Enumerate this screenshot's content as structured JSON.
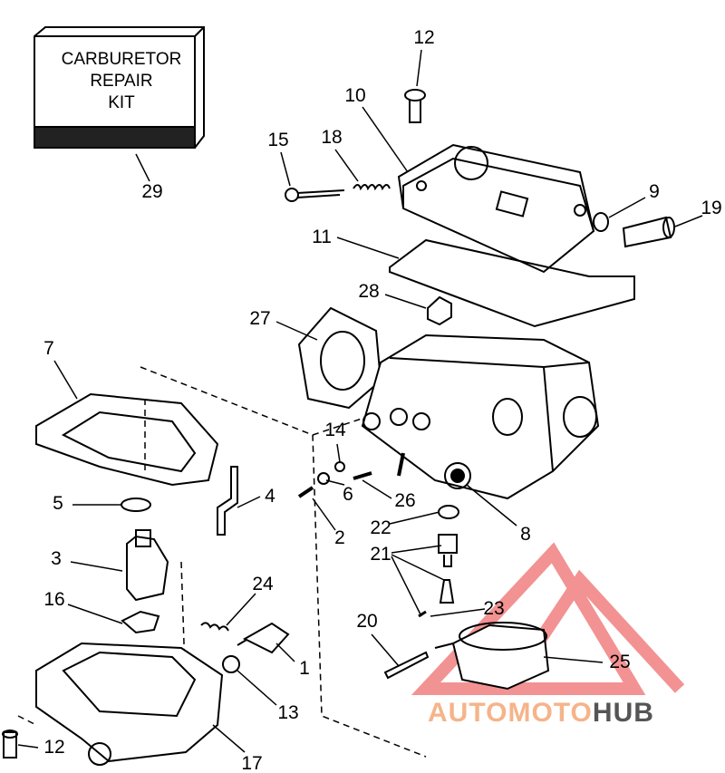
{
  "kit_box": {
    "lines": [
      "CARBURETOR",
      "REPAIR",
      "KIT"
    ],
    "callout": "29"
  },
  "callouts": [
    "12",
    "10",
    "15",
    "18",
    "9",
    "19",
    "11",
    "28",
    "27",
    "7",
    "14",
    "5",
    "4",
    "6",
    "26",
    "2",
    "22",
    "8",
    "21",
    "3",
    "24",
    "16",
    "23",
    "20",
    "25",
    "1",
    "13",
    "12",
    "17"
  ],
  "watermark": {
    "part1": "AUTOMOTO",
    "part2": "HUB",
    "accent_color": "#f08080"
  }
}
